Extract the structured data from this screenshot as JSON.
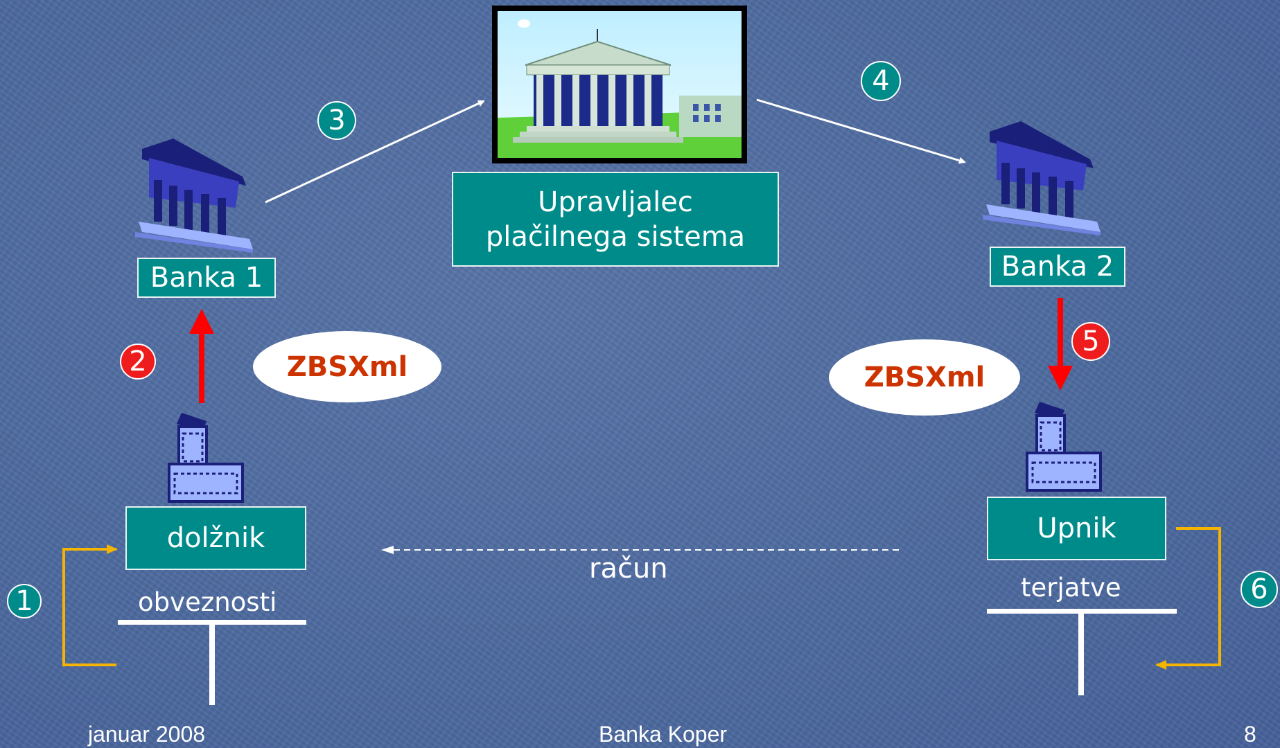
{
  "operator": {
    "line1": "Upravljalec",
    "line2": "plačilnega sistema"
  },
  "bank1": "Banka 1",
  "bank2": "Banka 2",
  "debtor": "dolžnik",
  "creditor": "Upnik",
  "format_left": "ZBSXml",
  "format_right": "ZBSXml",
  "invoice": "račun",
  "liabilities": "obveznosti",
  "receivables": "terjatve",
  "steps": [
    "1",
    "2",
    "3",
    "4",
    "5",
    "6"
  ],
  "footer": {
    "date": "januar 2008",
    "org": "Banka Koper",
    "page": "8"
  },
  "colors": {
    "accent": "#008b8b",
    "step_red": "#ee1c1c",
    "arrow_red": "#ff0000",
    "flow_yellow": "#f5b400",
    "xml_text": "#cc3300"
  }
}
